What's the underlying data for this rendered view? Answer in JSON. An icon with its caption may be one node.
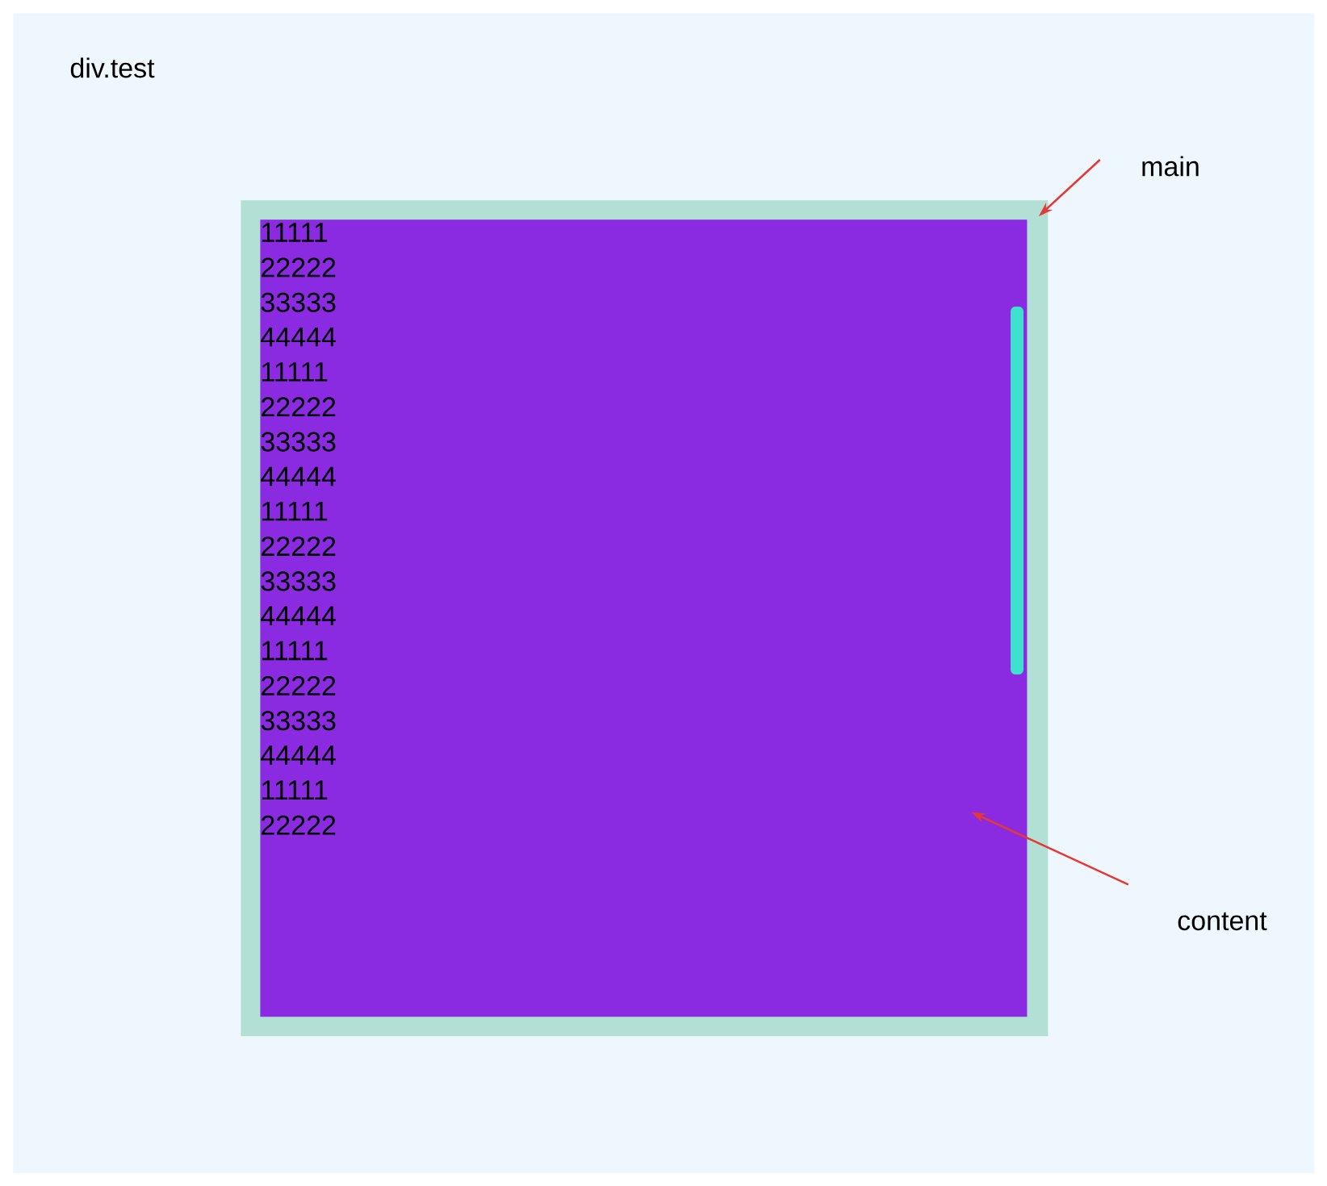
{
  "diagram": {
    "nodes": [
      {
        "text": [
          "div.test"
        ]
      },
      {
        "text": [],
        "shape": "box",
        "in": 0
      },
      {
        "text": [
          "11111",
          "22222",
          "33333",
          "44444",
          "11111",
          "22222",
          "33333",
          "44444",
          "11111",
          "22222",
          "33333",
          "44444",
          "11111",
          "22222",
          "33333",
          "44444",
          "11111",
          "22222"
        ],
        "in": 1
      },
      {
        "text": [
          "main"
        ],
        "in": 0
      },
      {
        "text": [
          "content"
        ],
        "in": 0
      }
    ],
    "edges": [
      {
        "from": 3,
        "to": 1,
        "arrow": "to"
      },
      {
        "from": 4,
        "to": 2,
        "arrow": "to"
      }
    ]
  }
}
